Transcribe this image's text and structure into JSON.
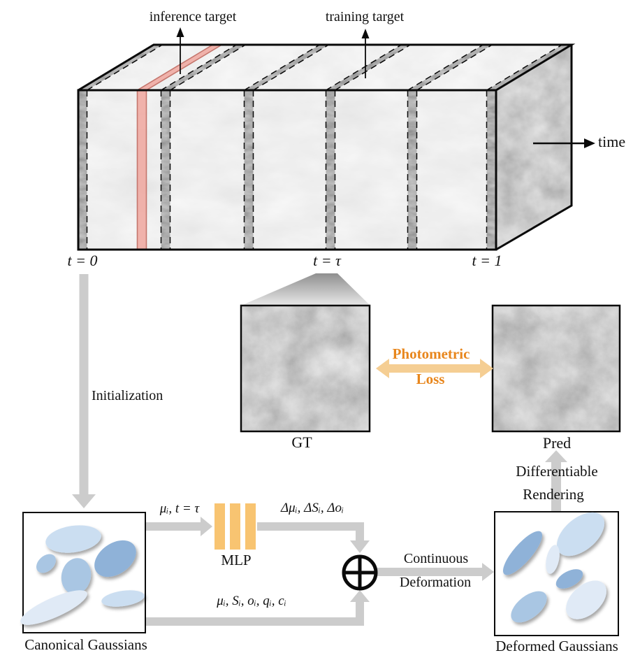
{
  "figure": {
    "cube": {
      "inference_target_label": "inference target",
      "training_target_label": "training target",
      "time_label": "time",
      "t_start_label": "t = 0",
      "t_tau_label": "t = τ",
      "t_end_label": "t = 1"
    },
    "loss": {
      "gt_label": "GT",
      "pred_label": "Pred",
      "photometric_line1": "Photometric",
      "photometric_line2": "Loss"
    },
    "pipeline": {
      "initialization_label": "Initialization",
      "mlp_input_label": "μᵢ, t = τ",
      "mlp_label": "MLP",
      "mlp_output_label": "Δμᵢ, ΔSᵢ, Δoᵢ",
      "gaussian_params_label": "μᵢ, Sᵢ, oᵢ, qᵢ, cᵢ",
      "continuous_line1": "Continuous",
      "continuous_line2": "Deformation",
      "differentiable_line1": "Differentiable",
      "differentiable_line2": "Rendering",
      "canonical_label": "Canonical Gaussians",
      "deformed_label": "Deformed Gaussians"
    },
    "colors": {
      "loss_text": "#E8861C",
      "loss_arrow": "#F5CE93",
      "mlp_bar": "#F8C471",
      "flow_arrow": "#CCCCCC",
      "inference_slice": "#EFA8A0",
      "inference_slice_border": "#C4766D",
      "gaussian_light": "#CBDEF1",
      "gaussian_mid": "#A9C6E3",
      "gaussian_deep": "#8FB2D8",
      "gaussian_pale": "#E0EAF6",
      "ink": "#111111"
    }
  }
}
